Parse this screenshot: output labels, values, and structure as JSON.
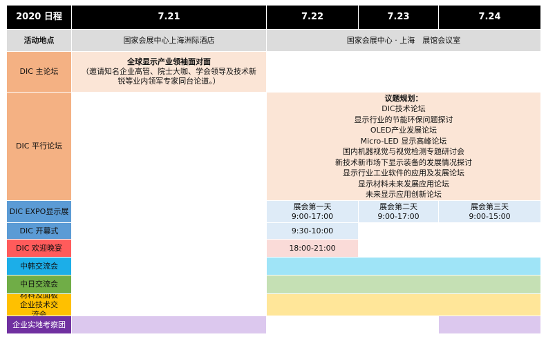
{
  "header": {
    "year_title": "2020 日程",
    "dates": [
      "7.21",
      "7.22",
      "7.23",
      "7.24"
    ]
  },
  "venue_row": {
    "label": "活动地点",
    "venue_721": "国家会展中心上海洲际酒店",
    "venue_722_724": "国家会展中心 · 上海　展馆会议室"
  },
  "rows": {
    "main_forum": {
      "label": "DIC 主论坛",
      "title": "全球显示产业领袖面对面",
      "desc": "（邀请知名企业高管、院士大咖、学会领导及技术新锐等业内领军专家同台论道。）"
    },
    "parallel_forum": {
      "label": "DIC 平行论坛",
      "topics_title": "议题规划：",
      "topics": [
        "DIC技术论坛",
        "显示行业的节能环保问题探讨",
        "OLED产业发展论坛",
        "Micro-LED 显示高峰论坛",
        "国内机器视觉与视觉检测专题研讨会",
        "新技术新市场下显示装备的发展情况探讨",
        "显示行业工业软件的应用及发展论坛",
        "显示材料未来发展应用论坛",
        "未来显示应用创新论坛"
      ]
    },
    "expo": {
      "label": "DIC EXPO显示展",
      "day1": {
        "name": "展会第一天",
        "time": "9:00-17:00"
      },
      "day2": {
        "name": "展会第二天",
        "time": "9:00-17:00"
      },
      "day3": {
        "name": "展会第三天",
        "time": "9:00-15:00"
      }
    },
    "opening": {
      "label": "DIC 开幕式",
      "time": "9:30-10:00"
    },
    "dinner": {
      "label": "DIC 欢迎晚宴",
      "time": "18:00-21:00"
    },
    "korea": {
      "label": "中韩交流会"
    },
    "japan": {
      "label": "中日交流会"
    },
    "materials": {
      "label": "材料及面板企业技术交流会"
    },
    "tour": {
      "label": "企业实地考察团"
    }
  },
  "colors": {
    "header_bg": "#000000",
    "venue_bg": "#dcdcdc",
    "forum_label": "#f4b183",
    "forum_content": "#fbe5d6",
    "expo_label": "#5b9bd5",
    "expo_content": "#deebf7",
    "dinner_label": "#ff5b5b",
    "dinner_content": "#fadbd8",
    "korea": "#9fe4f7",
    "korea_label": "#1caee8",
    "japan": "#c5e0b4",
    "japan_label": "#70ad47",
    "materials": "#ffe699",
    "materials_label": "#ffc000",
    "tour": "#dcc8ee",
    "tour_label": "#7030a0"
  }
}
